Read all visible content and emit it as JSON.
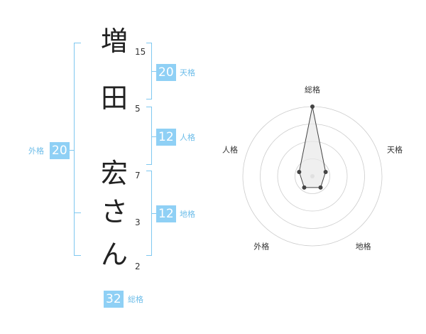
{
  "name": {
    "chars": [
      "増",
      "田",
      "宏",
      "さ",
      "ん"
    ],
    "strokes": [
      "15",
      "5",
      "7",
      "3",
      "2"
    ]
  },
  "kaku": {
    "tenkaku": {
      "value": "20",
      "label": "天格"
    },
    "jinkaku": {
      "value": "12",
      "label": "人格"
    },
    "chikaku": {
      "value": "12",
      "label": "地格"
    },
    "gaikaku": {
      "value": "20",
      "label": "外格"
    },
    "soukaku": {
      "value": "32",
      "label": "総格"
    }
  },
  "chart_data": {
    "type": "radar",
    "axes": [
      "総格",
      "天格",
      "地格",
      "外格",
      "人格"
    ],
    "values": [
      5,
      1,
      1,
      1,
      1
    ],
    "rlim": [
      0,
      5
    ],
    "rings": 4,
    "colors": {
      "stroke": "#444444",
      "fill": "#e8e8e8",
      "grid": "#cccccc",
      "center": "#cccccc"
    }
  },
  "colors": {
    "accent": "#8fd0f5",
    "bracket": "#7fc8f0"
  }
}
